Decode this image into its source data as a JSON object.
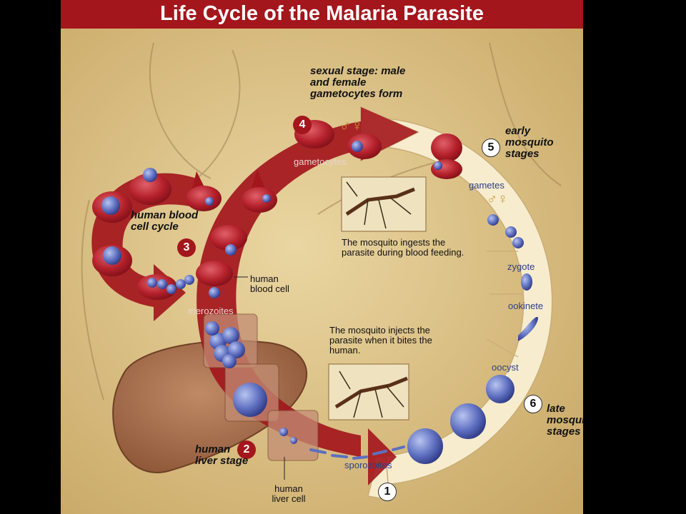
{
  "title": "Life Cycle of the Malaria Parasite",
  "stages": [
    {
      "number": "1",
      "label": ""
    },
    {
      "number": "2",
      "label": "human liver stage"
    },
    {
      "number": "3",
      "label": "human blood cell cycle"
    },
    {
      "number": "4",
      "label": "sexual stage: male and female gametocytes form"
    },
    {
      "number": "5",
      "label": "early mosquito stages"
    },
    {
      "number": "6",
      "label": "late mosquito stages"
    }
  ],
  "labels": {
    "gametocytes": "gametocytes",
    "merozoites": "merozoites",
    "sporozoites": "sporozoites",
    "gametes": "gametes",
    "zygote": "zygote",
    "ookinete": "ookinete",
    "oocyst": "oocyst",
    "human_blood_cell": "human blood cell",
    "human_liver_cell": "human liver cell"
  },
  "captions": {
    "ingests": "The mosquito ingests the parasite during blood feeding.",
    "injects": "The mosquito injects the parasite when it bites the human."
  },
  "symbols": {
    "male_female": "♂♀",
    "gamete_symbols": "♂♀"
  },
  "colors": {
    "title_bar": "#a3161c",
    "background": "#dcc28a",
    "arrow_red": "#a3161c",
    "mosquito_band": "#f7ecce",
    "parasite_blue": "#6173c4"
  }
}
